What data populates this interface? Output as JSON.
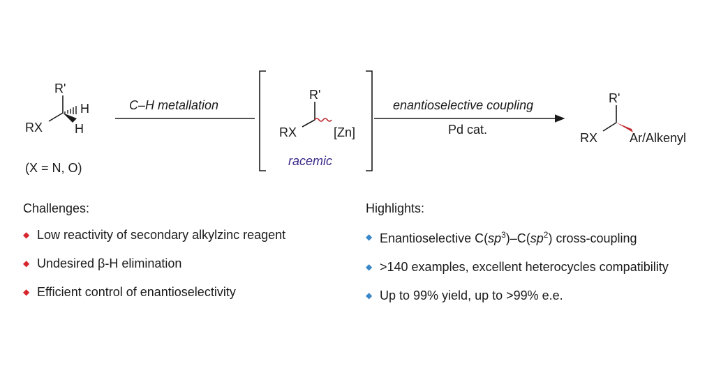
{
  "scheme": {
    "starting_material": {
      "substituent_top": "R'",
      "h_upper": "H",
      "h_lower": "H",
      "group": "RX",
      "condition": "(X = N, O)"
    },
    "step1": {
      "label": "C–H metallation"
    },
    "intermediate": {
      "substituent_top": "R'",
      "group": "RX",
      "metal": "[Zn]",
      "stereo_label": "racemic"
    },
    "step2": {
      "label": "enantioselective coupling",
      "catalyst": "Pd cat."
    },
    "product": {
      "substituent_top": "R'",
      "group": "RX",
      "coupling_partner": "Ar/Alkenyl"
    }
  },
  "colors": {
    "racemic_text": "#3d2a8a",
    "wavy_bond": "#c0282e",
    "wedge_bond": "#c0282e",
    "challenge_bullet": "#d8262e",
    "highlight_bullet": "#3a87c8"
  },
  "challenges": {
    "title": "Challenges:",
    "items": [
      "Low reactivity of secondary alkylzinc reagent",
      "Undesired β-H elimination",
      "Efficient control of enantioselectivity"
    ]
  },
  "highlights": {
    "title": "Highlights:",
    "items_parts": [
      {
        "before": "Enantioselective C(",
        "sup1_base": "sp",
        "sup1": "3",
        "middle": ")–C(",
        "sup2_base": "sp",
        "sup2": "2",
        "after": ") cross-coupling"
      },
      {
        "text": ">140 examples, excellent heterocycles compatibility"
      },
      {
        "text": "Up to 99% yield, up to >99% e.e."
      }
    ]
  }
}
